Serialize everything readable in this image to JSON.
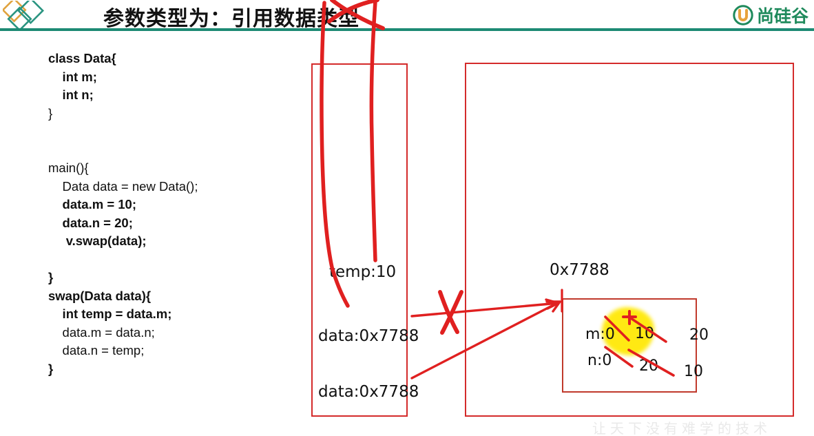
{
  "header": {
    "title": "参数类型为：引用数据类型",
    "brand_text": "尚硅谷",
    "brand_mark_name": "u-circle-logo-icon",
    "diamond_logo_name": "double-diamond-logo-icon",
    "colors": {
      "rule": "#1d8a74",
      "brand_green": "#1f8a5c",
      "diamond_gold": "#e0a33e",
      "diamond_teal": "#2a9480"
    }
  },
  "code": {
    "lines": [
      {
        "text": "class Data{",
        "bold": true
      },
      {
        "text": "    int m;",
        "bold": true
      },
      {
        "text": "    int n;",
        "bold": true
      },
      {
        "text": "}",
        "bold": false
      },
      {
        "text": "",
        "bold": false
      },
      {
        "text": "",
        "bold": false
      },
      {
        "text": "main(){",
        "bold": false
      },
      {
        "text": "    Data data = new Data();",
        "bold": false
      },
      {
        "text": "    data.m = 10;",
        "bold": true
      },
      {
        "text": "    data.n = 20;",
        "bold": true
      },
      {
        "text": "     v.swap(data);",
        "bold": true
      },
      {
        "text": "",
        "bold": false
      },
      {
        "text": "}",
        "bold": true
      },
      {
        "text": "swap(Data data){",
        "bold": true
      },
      {
        "text": "    int temp = data.m;",
        "bold": true
      },
      {
        "text": "    data.m = data.n;",
        "bold": false
      },
      {
        "text": "    data.n = temp;",
        "bold": false
      },
      {
        "text": "}",
        "bold": true
      }
    ]
  },
  "memory": {
    "stack_box_name": "stack-memory-box",
    "heap_box_name": "heap-memory-box",
    "object_box_name": "data-object-box",
    "stack_entries": {
      "temp": "temp:10",
      "swap_frame_data": "data:0x7788",
      "main_frame_data": "data:0x7788"
    },
    "heap": {
      "address_label": "0x7788",
      "fields": {
        "m_initial": "m:0",
        "m_value_1": "10",
        "m_value_2": "20",
        "n_initial": "n:0",
        "n_value_1": "20",
        "n_value_2": "10"
      }
    },
    "box_color": "#d42a2a"
  },
  "annotations": {
    "ink_color": "#e02020",
    "highlight_color": "#ffe800",
    "marks": [
      {
        "name": "title-strikethrough",
        "kind": "scribble"
      },
      {
        "name": "vertical-trace-left",
        "kind": "line"
      },
      {
        "name": "vertical-trace-right",
        "kind": "line"
      },
      {
        "name": "cross-out-x-mark",
        "kind": "x"
      },
      {
        "name": "arrow-swap-frame-to-object",
        "kind": "arrow"
      },
      {
        "name": "arrow-main-frame-to-object",
        "kind": "arrow"
      },
      {
        "name": "plus-mark",
        "kind": "plus"
      },
      {
        "name": "strike-m-initial",
        "kind": "strike"
      },
      {
        "name": "strike-m-value-1",
        "kind": "strike"
      },
      {
        "name": "strike-n-initial",
        "kind": "strike"
      },
      {
        "name": "strike-n-value-1",
        "kind": "strike"
      },
      {
        "name": "address-pointer-tick",
        "kind": "tick"
      }
    ]
  },
  "watermark": {
    "text": "让天下没有难学的技术"
  }
}
